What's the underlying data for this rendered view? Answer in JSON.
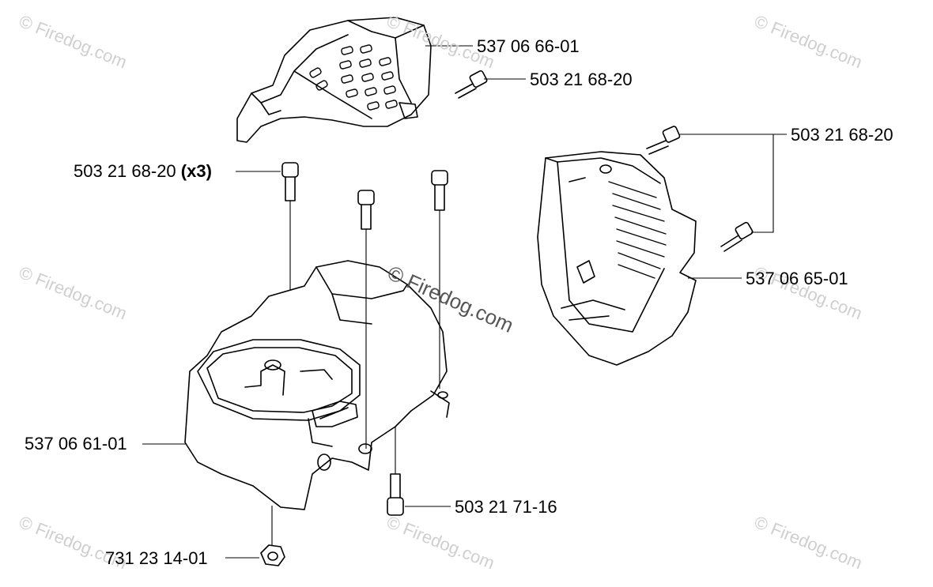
{
  "watermark": {
    "text": "© Firedog.com"
  },
  "parts": {
    "top_cover": "537 06 66-01",
    "top_cover_screw": "503 21 68-20",
    "right_cover_screw": "503 21 68-20",
    "right_cover": "537 06 65-01",
    "cylinder_screws": "503 21 68-20",
    "cylinder_screws_qty": "(x3)",
    "cylinder_cover": "537 06 61-01",
    "bottom_screw": "503 21 71-16",
    "nut": "731 23 14-01"
  }
}
